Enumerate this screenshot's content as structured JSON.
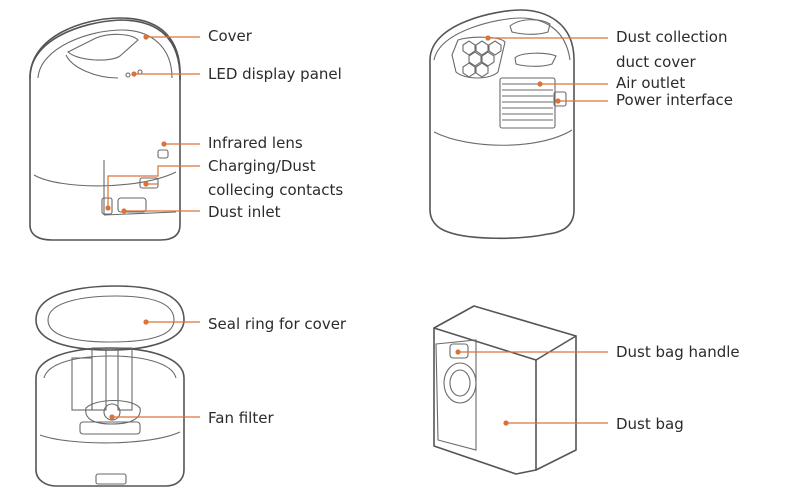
{
  "colors": {
    "leader": "#d9733a",
    "outline": "#555555",
    "text": "#2b2b2b"
  },
  "labels": {
    "cover": "Cover",
    "led_display_panel": "LED display panel",
    "infrared_lens": "Infrared lens",
    "charging_line1": "Charging/Dust",
    "charging_line2": "collecing contacts",
    "dust_inlet": "Dust inlet",
    "dust_collection_line1": "Dust collection",
    "dust_collection_line2": "duct cover",
    "air_outlet": "Air outlet",
    "power_interface": "Power interface",
    "seal_ring": "Seal ring for cover",
    "fan_filter": "Fan filter",
    "dust_bag_handle": "Dust bag handle",
    "dust_bag": "Dust bag"
  }
}
